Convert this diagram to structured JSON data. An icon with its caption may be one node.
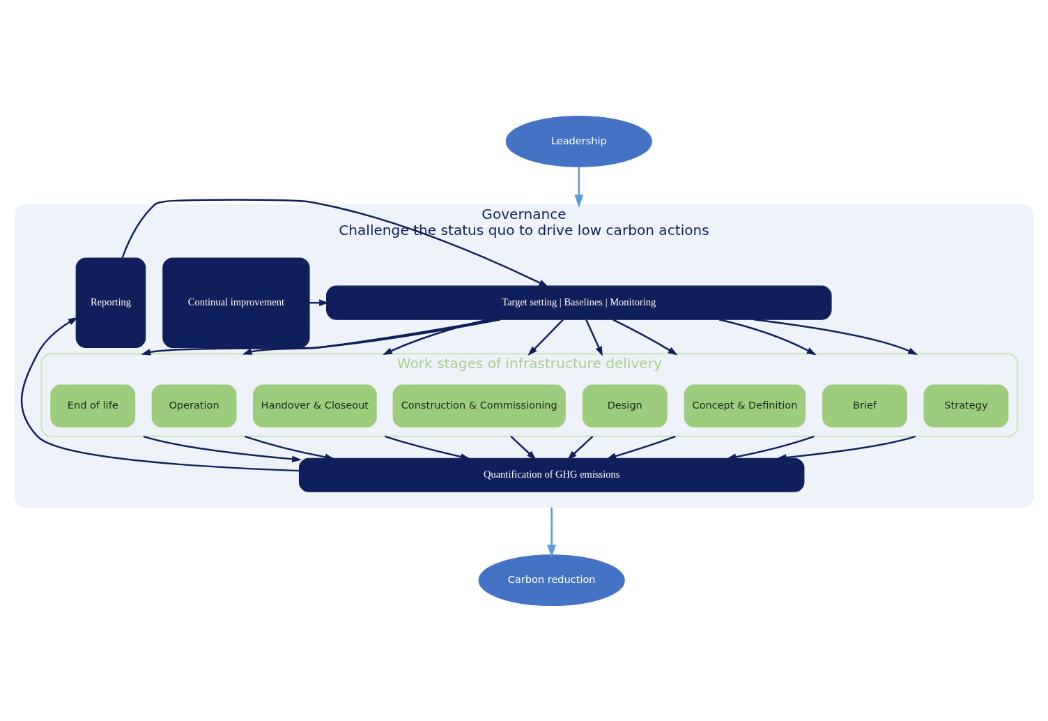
{
  "diagram": {
    "nodes": [
      {
        "text": [
          "Leadership"
        ]
      },
      {
        "text": [
          "Governance",
          "Challenge the status quo to drive low carbon actions"
        ]
      },
      {
        "text": [
          "Target setting | Baselines | Monitoring"
        ],
        "in": 1
      },
      {
        "text": [
          "Continual improvement"
        ],
        "in": 1
      },
      {
        "text": [
          "Reporting"
        ],
        "in": 1
      },
      {
        "text": [
          "Work stages of infrastructure delivery"
        ],
        "in": 1
      },
      {
        "text": [
          "Strategy"
        ],
        "in": 5
      },
      {
        "text": [
          "Brief"
        ],
        "in": 5
      },
      {
        "text": [
          "Concept & Definition"
        ],
        "in": 5
      },
      {
        "text": [
          "Design"
        ],
        "in": 5
      },
      {
        "text": [
          "Construction & Commissioning"
        ],
        "in": 5
      },
      {
        "text": [
          "Handover & Closeout"
        ],
        "in": 5
      },
      {
        "text": [
          "Operation"
        ],
        "in": 5
      },
      {
        "text": [
          "End of life"
        ],
        "in": 5
      },
      {
        "text": [
          "Quantification of GHG emissions"
        ],
        "in": 1
      },
      {
        "text": [
          "Carbon reduction"
        ]
      }
    ],
    "edges": [
      {
        "from": 0,
        "to": 1,
        "arrow": "to",
        "color": "#5b9bd5"
      },
      {
        "from": 2,
        "to": 6,
        "arrow": "to"
      },
      {
        "from": 2,
        "to": 7,
        "arrow": "to"
      },
      {
        "from": 2,
        "to": 8,
        "arrow": "to"
      },
      {
        "from": 2,
        "to": 9,
        "arrow": "to"
      },
      {
        "from": 2,
        "to": 10,
        "arrow": "to"
      },
      {
        "from": 2,
        "to": 11,
        "arrow": "to"
      },
      {
        "from": 2,
        "to": 12,
        "arrow": "to"
      },
      {
        "from": 2,
        "to": 13,
        "arrow": "to"
      },
      {
        "from": 6,
        "to": 14,
        "arrow": "to"
      },
      {
        "from": 7,
        "to": 14,
        "arrow": "to"
      },
      {
        "from": 8,
        "to": 14,
        "arrow": "to"
      },
      {
        "from": 9,
        "to": 14,
        "arrow": "to"
      },
      {
        "from": 10,
        "to": 14,
        "arrow": "to"
      },
      {
        "from": 11,
        "to": 14,
        "arrow": "to"
      },
      {
        "from": 12,
        "to": 14,
        "arrow": "to"
      },
      {
        "from": 13,
        "to": 14,
        "arrow": "to"
      },
      {
        "from": 14,
        "to": 4,
        "arrow": "to"
      },
      {
        "from": 4,
        "to": 2,
        "arrow": "to"
      },
      {
        "from": 3,
        "to": 2,
        "arrow": "to"
      },
      {
        "from": 1,
        "to": 15,
        "arrow": "to",
        "color": "#5b9bd5"
      }
    ]
  }
}
